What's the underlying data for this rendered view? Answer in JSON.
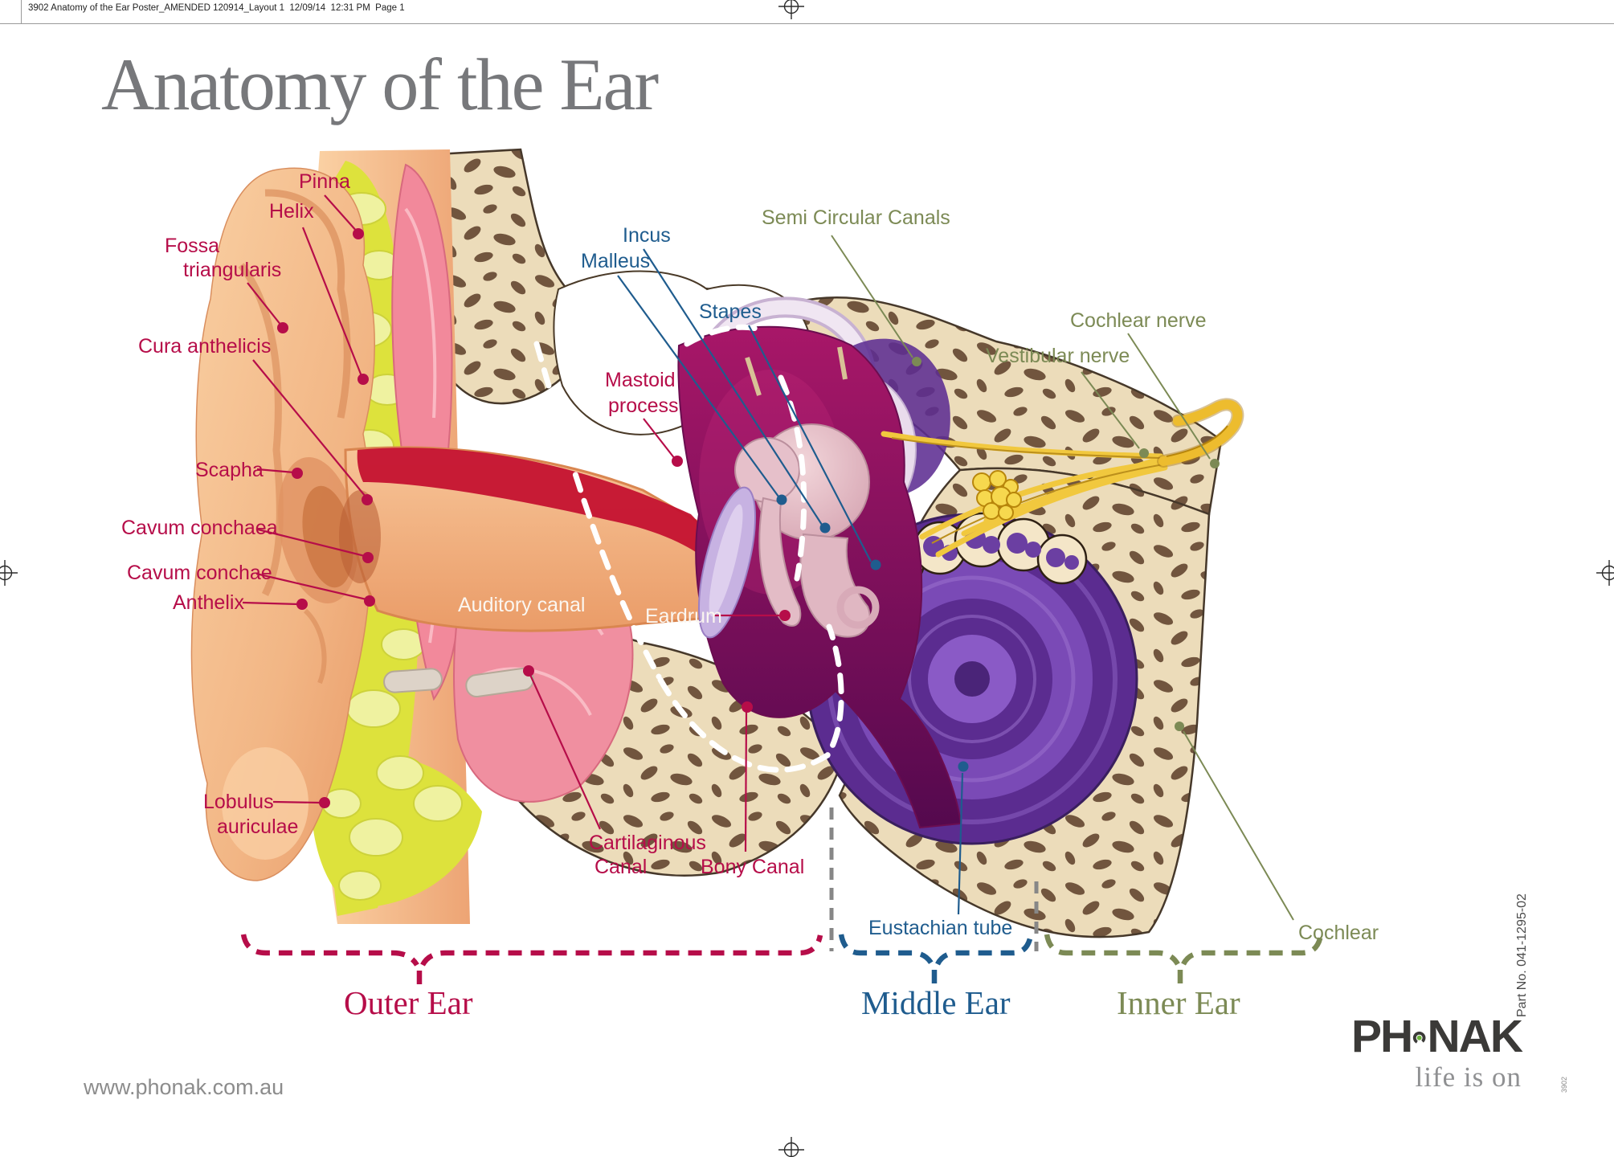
{
  "print_header": {
    "text": "3902 Anatomy of the Ear Poster_AMENDED 120914_Layout 1  12/09/14  12:31 PM  Page 1"
  },
  "title": "Anatomy of the Ear",
  "colors": {
    "outer_ear_accent": "#b60d49",
    "middle_ear_accent": "#1f5c8e",
    "inner_ear_accent": "#7c8a55",
    "title_gray": "#77787b",
    "logo_dark": "#3b3a38",
    "logo_green": "#6cb33c"
  },
  "labels": {
    "pinna": "Pinna",
    "helix": "Helix",
    "fossa_line1": "Fossa",
    "fossa_line2": "triangularis",
    "cura_anthelicis": "Cura anthelicis",
    "scapha": "Scapha",
    "cavum_conchaea": "Cavum conchaea",
    "cavum_conchae": "Cavum conchae",
    "anthelix": "Anthelix",
    "lobulus_line1": "Lobulus",
    "lobulus_line2": "auriculae",
    "mastoid_line1": "Mastoid",
    "mastoid_line2": "process",
    "auditory_canal": "Auditory canal",
    "eardrum": "Eardrum",
    "cartilaginous_line1": "Cartilaginous",
    "cartilaginous_line2": "Canal",
    "bony_canal": "Bony Canal",
    "incus": "Incus",
    "malleus": "Malleus",
    "stapes": "Stapes",
    "eustachian_tube": "Eustachian tube",
    "semi_circular_canals": "Semi Circular Canals",
    "cochlear_nerve": "Cochlear nerve",
    "vestibular_nerve": "Vestibular nerve",
    "cochlear": "Cochlear"
  },
  "sections": {
    "outer": "Outer Ear",
    "middle": "Middle Ear",
    "inner": "Inner Ear"
  },
  "branding": {
    "logo_pre": "PH",
    "logo_post": "NAK",
    "tagline": "life is on",
    "website": "www.phonak.com.au",
    "part_no": "Part No. 041-1295-02",
    "job_no": "3902"
  }
}
